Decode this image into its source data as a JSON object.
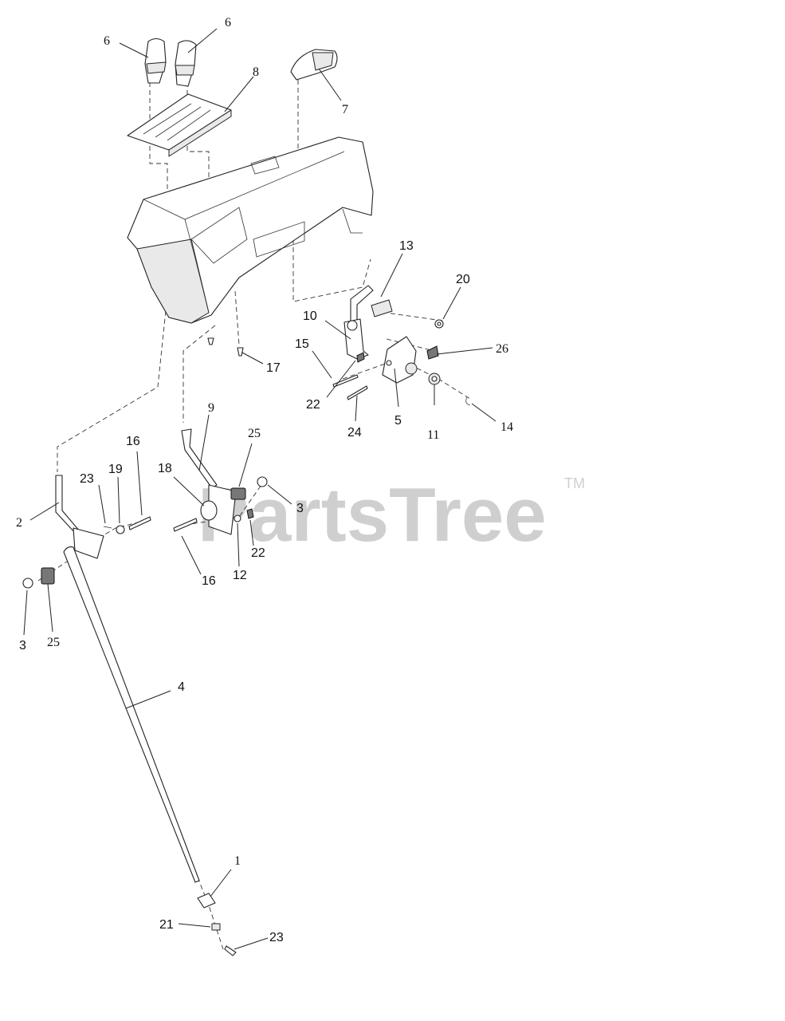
{
  "watermark": {
    "brand": "PartsTree",
    "trademark": "TM"
  },
  "callouts": [
    {
      "id": "c-6a",
      "label": "6"
    },
    {
      "id": "c-6b",
      "label": "6"
    },
    {
      "id": "c-8",
      "label": "8"
    },
    {
      "id": "c-7",
      "label": "7"
    },
    {
      "id": "c-13",
      "label": "13"
    },
    {
      "id": "c-20",
      "label": "20"
    },
    {
      "id": "c-10",
      "label": "10"
    },
    {
      "id": "c-15",
      "label": "15"
    },
    {
      "id": "c-26",
      "label": "26"
    },
    {
      "id": "c-17",
      "label": "17"
    },
    {
      "id": "c-22a",
      "label": "22"
    },
    {
      "id": "c-5",
      "label": "5"
    },
    {
      "id": "c-11",
      "label": "11"
    },
    {
      "id": "c-14",
      "label": "14"
    },
    {
      "id": "c-24",
      "label": "24"
    },
    {
      "id": "c-9",
      "label": "9"
    },
    {
      "id": "c-25a",
      "label": "25"
    },
    {
      "id": "c-16a",
      "label": "16"
    },
    {
      "id": "c-18",
      "label": "18"
    },
    {
      "id": "c-23a",
      "label": "23"
    },
    {
      "id": "c-19",
      "label": "19"
    },
    {
      "id": "c-2",
      "label": "2"
    },
    {
      "id": "c-3a",
      "label": "3"
    },
    {
      "id": "c-22b",
      "label": "22"
    },
    {
      "id": "c-12",
      "label": "12"
    },
    {
      "id": "c-16b",
      "label": "16"
    },
    {
      "id": "c-3b",
      "label": "3"
    },
    {
      "id": "c-25b",
      "label": "25"
    },
    {
      "id": "c-4",
      "label": "4"
    },
    {
      "id": "c-1",
      "label": "1"
    },
    {
      "id": "c-21",
      "label": "21"
    },
    {
      "id": "c-23b",
      "label": "23"
    }
  ]
}
